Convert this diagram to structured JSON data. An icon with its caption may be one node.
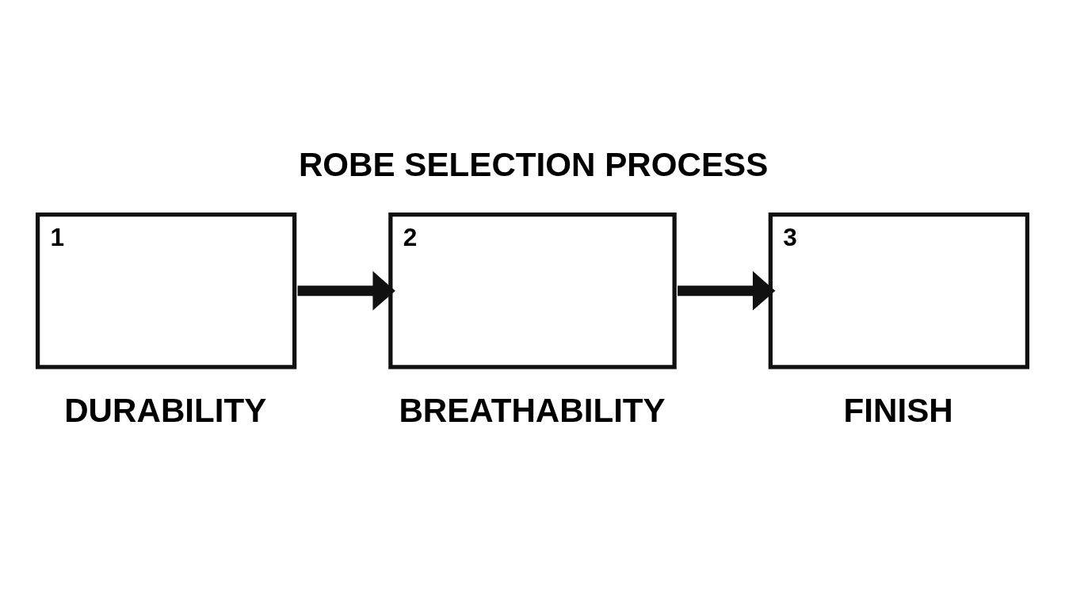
{
  "diagram": {
    "title": "ROBE SELECTION PROCESS",
    "nodes": [
      {
        "text": [
          "1",
          "DURABILITY"
        ]
      },
      {
        "text": [
          "2",
          "BREATHABILITY"
        ]
      },
      {
        "text": [
          "3",
          "FINISH"
        ]
      }
    ],
    "edges": [
      {
        "from": 0,
        "to": 1,
        "arrow": "to"
      },
      {
        "from": 1,
        "to": 2,
        "arrow": "to"
      }
    ]
  }
}
